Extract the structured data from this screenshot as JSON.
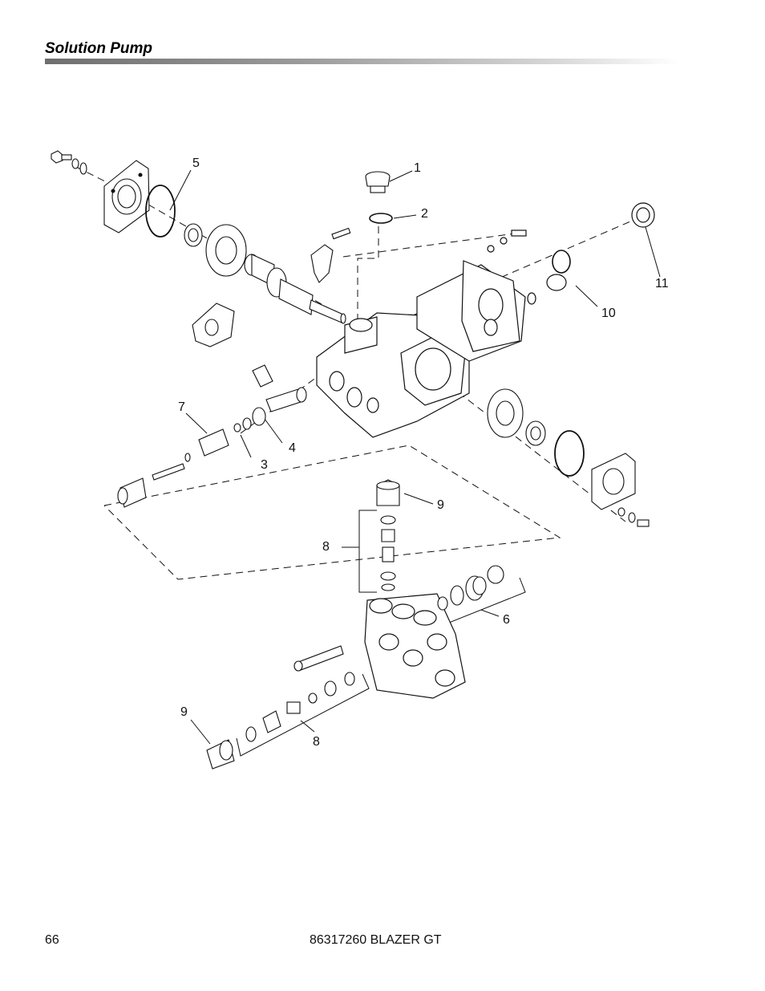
{
  "header": {
    "title": "Solution Pump"
  },
  "callouts": {
    "c1": "1",
    "c2": "2",
    "c3": "3",
    "c4": "4",
    "c5": "5",
    "c6": "6",
    "c7": "7",
    "c8a": "8",
    "c8b": "8",
    "c9a": "9",
    "c9b": "9",
    "c10": "10",
    "c11": "11"
  },
  "footer": {
    "page_number": "66",
    "doc_id": "86317260 BLAZER GT"
  }
}
